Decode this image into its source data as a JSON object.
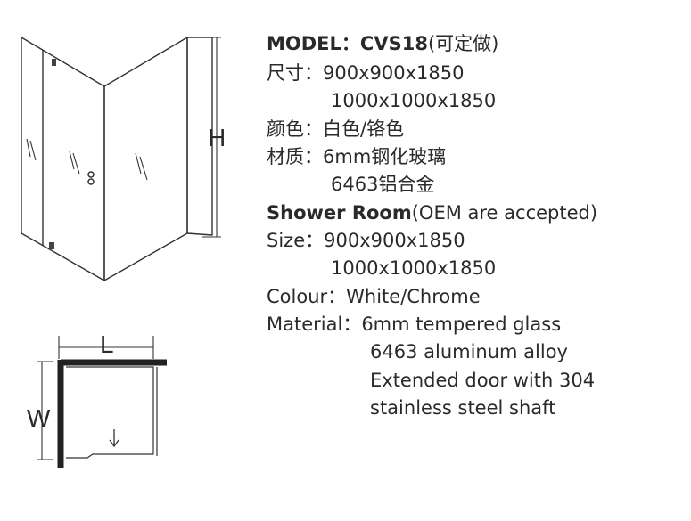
{
  "diagram": {
    "height_label": "H",
    "length_label": "L",
    "width_label": "W"
  },
  "spec": {
    "model_label": "MODEL：",
    "model_value": "CVS18",
    "model_note": "(可定做)",
    "size_cn_label": "尺寸：",
    "size_cn_1": "900x900x1850",
    "size_cn_2": "1000x1000x1850",
    "colour_cn": "颜色：白色/铬色",
    "material_cn_label": "材质：",
    "material_cn_1": "6mm钢化玻璃",
    "material_cn_2": "6463铝合金",
    "product_name": "Shower Room",
    "oem_note": "(OEM are accepted)",
    "size_label": "Size：",
    "size_1": "900x900x1850",
    "size_2": "1000x1000x1850",
    "colour": "Colour：White/Chrome",
    "material_label": "Material：",
    "material_1": "6mm tempered glass",
    "material_2": "6463 aluminum alloy",
    "material_3": "Extended door with 304",
    "material_4": "stainless steel shaft"
  }
}
